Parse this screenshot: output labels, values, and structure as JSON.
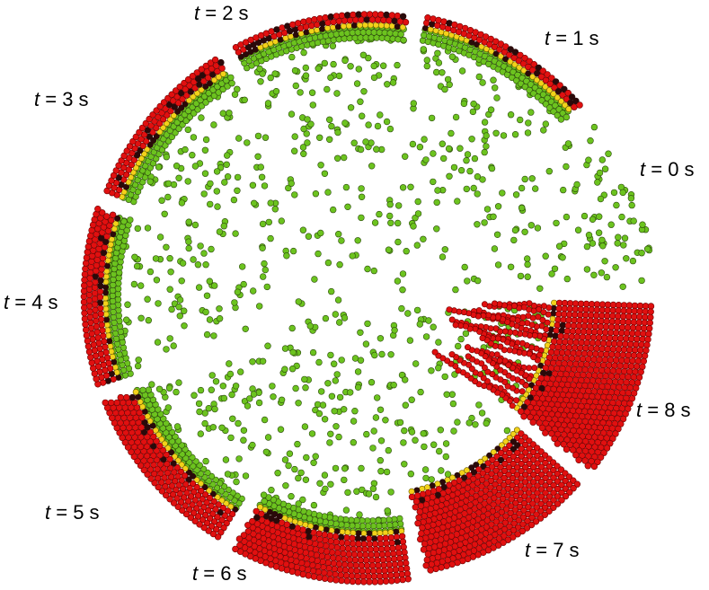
{
  "figure": {
    "kind": "circular time-series of particle-filled wedge sectors",
    "time_symbol": "t",
    "time_unit": "s",
    "colors": {
      "background": "#ffffff",
      "sector_fill": "#ffffff",
      "particle_unreacted": "#6cc31f",
      "particle_unreacted_edge": "#2c4a0c",
      "particle_reacted": "#e01010",
      "particle_reacted_edge": "#6a0000",
      "particle_front": "#f2d21a",
      "particle_front_edge": "#6b5a00",
      "particle_dark": "#2a0a0a"
    },
    "snapshots": [
      {
        "time": 0,
        "label": "t = 0 s",
        "red_band": 0.0,
        "fingers": false
      },
      {
        "time": 1,
        "label": "t = 1 s",
        "red_band": 0.04,
        "fingers": false
      },
      {
        "time": 2,
        "label": "t = 2 s",
        "red_band": 0.05,
        "fingers": false
      },
      {
        "time": 3,
        "label": "t = 3 s",
        "red_band": 0.07,
        "fingers": false
      },
      {
        "time": 4,
        "label": "t = 4 s",
        "red_band": 0.08,
        "fingers": false
      },
      {
        "time": 5,
        "label": "t = 5 s",
        "red_band": 0.12,
        "fingers": false
      },
      {
        "time": 6,
        "label": "t = 6 s",
        "red_band": 0.17,
        "fingers": false
      },
      {
        "time": 7,
        "label": "t = 7 s",
        "red_band": 0.3,
        "fingers": false
      },
      {
        "time": 8,
        "label": "t = 8 s",
        "red_band": 0.35,
        "fingers": true
      }
    ]
  }
}
